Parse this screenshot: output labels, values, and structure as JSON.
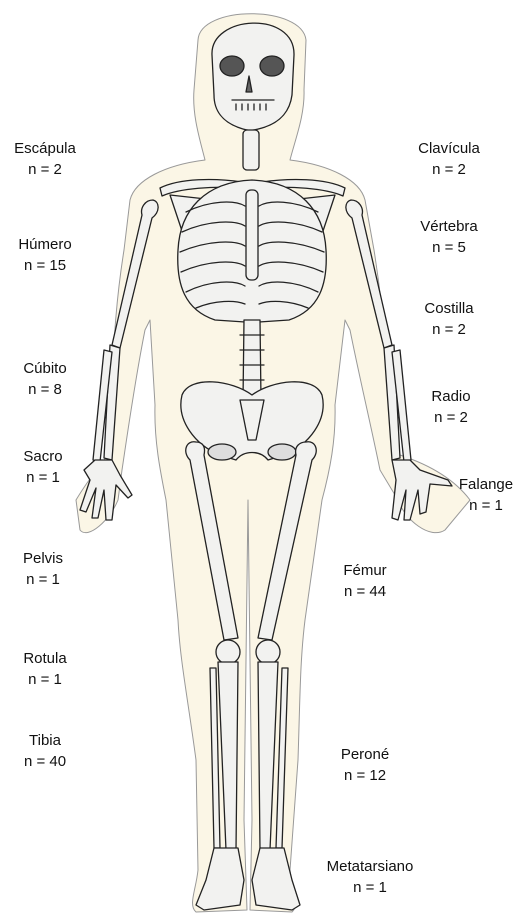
{
  "colors": {
    "background": "#ffffff",
    "silhouette_fill": "#fbf6e6",
    "bone_fill": "#f2f2f0",
    "bone_stroke": "#222222",
    "text": "#111111"
  },
  "bones": {
    "escapula": {
      "name": "Escápula",
      "count": "n = 2"
    },
    "humero": {
      "name": "Húmero",
      "count": "n = 15"
    },
    "cubito": {
      "name": "Cúbito",
      "count": "n = 8"
    },
    "sacro": {
      "name": "Sacro",
      "count": "n = 1"
    },
    "pelvis": {
      "name": "Pelvis",
      "count": "n = 1"
    },
    "rotula": {
      "name": "Rotula",
      "count": "n = 1"
    },
    "tibia": {
      "name": "Tibia",
      "count": "n = 40"
    },
    "clavicula": {
      "name": "Clavícula",
      "count": "n = 2"
    },
    "vertebra": {
      "name": "Vértebra",
      "count": "n = 5"
    },
    "costilla": {
      "name": "Costilla",
      "count": "n = 2"
    },
    "radio": {
      "name": "Radio",
      "count": "n = 2"
    },
    "falange": {
      "name": "Falange",
      "count": "n = 1"
    },
    "femur": {
      "name": "Fémur",
      "count": "n = 44"
    },
    "perone": {
      "name": "Peroné",
      "count": "n = 12"
    },
    "metatarsiano": {
      "name": "Metatarsiano",
      "count": "n = 1"
    }
  }
}
